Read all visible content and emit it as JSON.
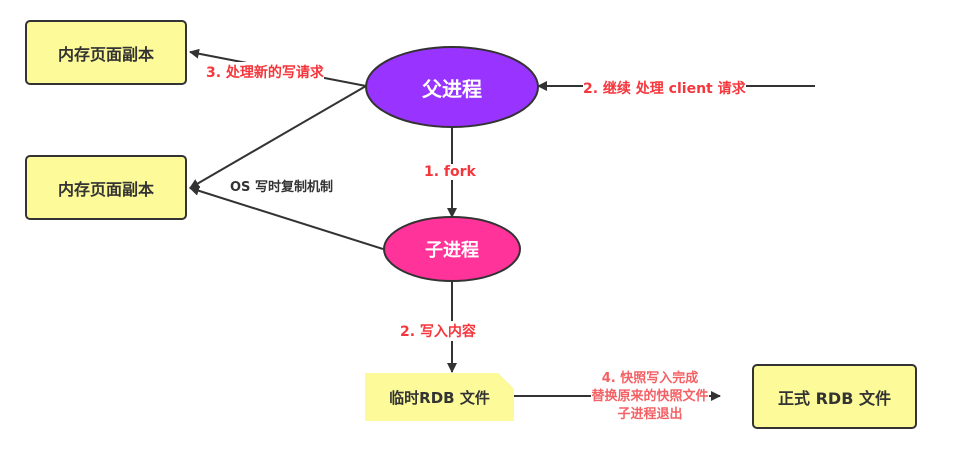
{
  "nodes": {
    "parent": {
      "label": "父进程",
      "color": "#9933ff"
    },
    "child": {
      "label": "子进程",
      "color": "#ff3399"
    },
    "memory_copy_top": {
      "label": "内存页面副本"
    },
    "memory_copy_mid": {
      "label": "内存页面副本"
    },
    "temp_rdb": {
      "label": "临时RDB 文件"
    },
    "final_rdb": {
      "label": "正式 RDB 文件"
    }
  },
  "edges": {
    "fork": "1. fork",
    "continue_client": "2. 继续 处理 client 请求",
    "write_content": "2. 写入内容",
    "handle_new_writes": "3. 处理新的写请求",
    "cow": "OS 写时复制机制",
    "snapshot_done": [
      "4. 快照写入完成",
      "替换原来的快照文件",
      "子进程退出"
    ]
  },
  "colors": {
    "box_fill": "#fdfb99",
    "edge_label": "#f5363c",
    "stroke": "#333333"
  }
}
